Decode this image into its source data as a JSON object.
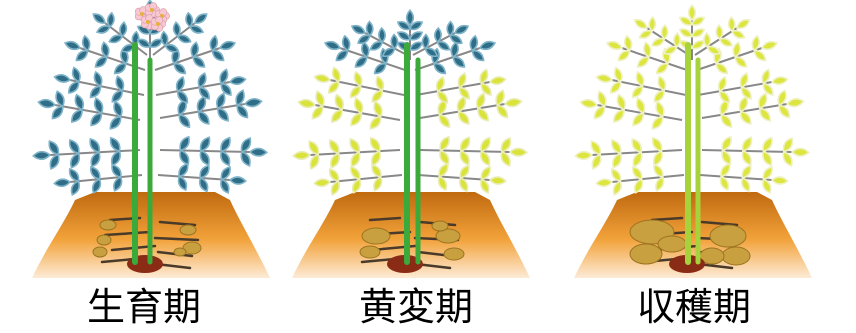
{
  "stages": [
    {
      "label": "生育期",
      "flowers": true,
      "colors": {
        "canopy_leaf": "#2F6E86",
        "canopy_edge": "#7FB3C9",
        "lower_leaf": "#2F6E86",
        "lower_edge": "#7FB3C9",
        "stem": "#3BAA3A",
        "root_tuber": "#C9A040"
      }
    },
    {
      "label": "黄変期",
      "flowers": false,
      "colors": {
        "canopy_leaf": "#2F6E86",
        "canopy_edge": "#7FB3C9",
        "lower_leaf": "#D9E33A",
        "lower_edge": "#E9EDB5",
        "stem": "#3BAA3A",
        "root_tuber": "#C9A040"
      }
    },
    {
      "label": "収穫期",
      "flowers": false,
      "colors": {
        "canopy_leaf": "#DDE53F",
        "canopy_edge": "#EEF1C2",
        "lower_leaf": "#DDE53F",
        "lower_edge": "#EEF1C2",
        "stem": "#A6D23C",
        "root_tuber": "#C9A040"
      }
    }
  ],
  "colors": {
    "soil_top": "#C06A10",
    "soil_mid": "#F2A23A",
    "soil_base": "#FDEBD6",
    "mother_tuber": "#8A2B16",
    "root_line": "#4A3A2A",
    "flower": "#F7C7D2",
    "flower_center": "#E8B13A",
    "twig": "#888888"
  }
}
